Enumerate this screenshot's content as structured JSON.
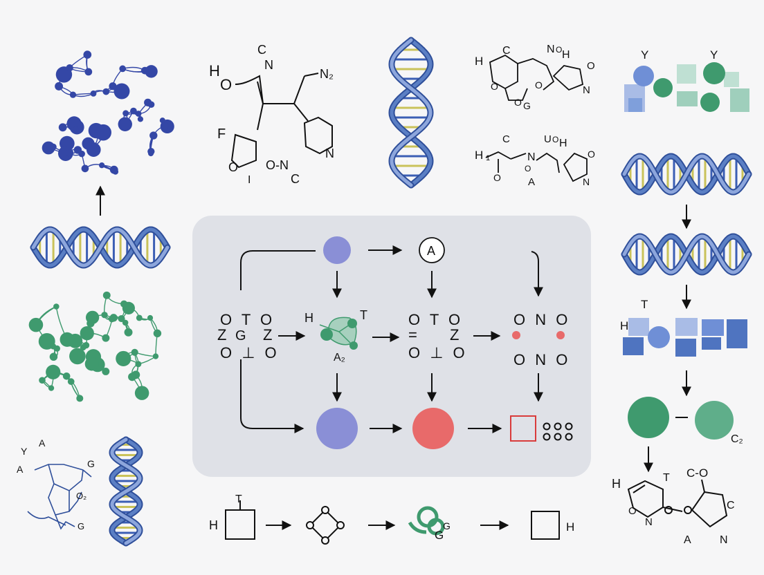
{
  "colors": {
    "background": "#f6f6f7",
    "panel": "#dfe1e7",
    "ink": "#111111",
    "dna_blue": "#5b7fc4",
    "dna_dark": "#2f4f9a",
    "network_blue": "#3447a6",
    "network_green": "#3f9a6e",
    "node_violet": "#8a8fd6",
    "node_red": "#e86a6a",
    "accent_red": "#d93b3b",
    "teal": "#6ab79a",
    "pale_blue": "#a9bce6"
  },
  "icons": [
    "dna-helix-icon",
    "molecular-network-icon",
    "ring-icon",
    "circle-node-icon",
    "square-node-icon",
    "arrow-icon"
  ],
  "top_left_molecule": {
    "H": "H",
    "O": "O",
    "C": "C",
    "N_top": "N",
    "N2": "N₂",
    "F": "F",
    "O_left": "O",
    "I": "I",
    "O_N": "O-N",
    "C_bottom": "C",
    "N_right": "N"
  },
  "top_right_molecule": {
    "H": "H",
    "C": "C",
    "N_top": "N",
    "O_top": "O",
    "H_top": "H",
    "O_right": "O",
    "N_right": "N",
    "O_a": "O",
    "O_b": "O",
    "G": "G",
    "O_c": "O"
  },
  "mid_right_molecule": {
    "H1": "H",
    "sub1": "1",
    "C": "C",
    "U": "U",
    "O": "O",
    "H": "H",
    "N": "N",
    "O_small": "O",
    "A": "A",
    "O_left": "O",
    "O_right": "O",
    "N_right": "N"
  },
  "right_column_blocks": {
    "Y1": "Y",
    "Y2": "Y"
  },
  "panel": {
    "circle_a_label": "A",
    "ring1": {
      "top": "O T O",
      "mid_left": "Z",
      "mid_center": "G",
      "mid_right": "Z",
      "bottom": "O ⊥ O"
    },
    "node_H": "H",
    "node_T": "T",
    "node_A2": "A₂",
    "ring3": {
      "top": "O T O",
      "mid_left": "=",
      "mid_right": "Z",
      "bottom": "O ⊥ O"
    },
    "ring4": {
      "top": "O N O",
      "bottom": "O N O"
    }
  },
  "bottom_row": {
    "H_left": "H",
    "T": "T",
    "G": "G",
    "H_right": "H"
  },
  "bottom_left_molecule": {
    "Y": "Y",
    "A_top": "A",
    "A_left": "A",
    "G_top": "G",
    "O2": "O₂",
    "G_bottom": "G"
  },
  "right_column": {
    "H1": "H",
    "T": "T",
    "C2": "C₂"
  },
  "bottom_right_molecule": {
    "H": "H",
    "T": "T",
    "C_O": "C-O",
    "O": "O",
    "N": "N",
    "C": "C",
    "A": "A",
    "N_bottom": "N"
  }
}
